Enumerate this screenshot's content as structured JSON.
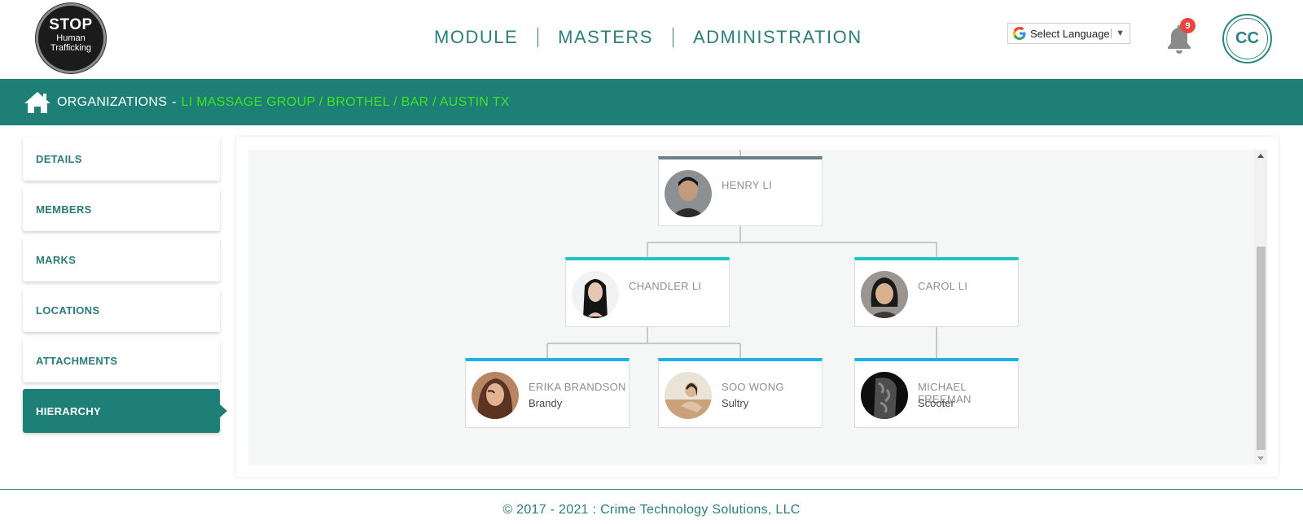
{
  "header": {
    "logo": {
      "line1": "STOP",
      "line2": "Human",
      "line3": "Trafficking"
    },
    "nav": [
      {
        "label": "MODULE"
      },
      {
        "label": "MASTERS"
      },
      {
        "label": "ADMINISTRATION"
      }
    ],
    "language_select": {
      "label": "Select Language"
    },
    "notifications": {
      "count": "9"
    },
    "brand_mark": "CC"
  },
  "breadcrumb": {
    "section": "ORGANIZATIONS",
    "separator": "-",
    "organization": "LI MASSAGE GROUP / BROTHEL / BAR / AUSTIN TX"
  },
  "sidebar": {
    "items": [
      {
        "label": "DETAILS",
        "active": false
      },
      {
        "label": "MEMBERS",
        "active": false
      },
      {
        "label": "MARKS",
        "active": false
      },
      {
        "label": "LOCATIONS",
        "active": false
      },
      {
        "label": "ATTACHMENTS",
        "active": false
      },
      {
        "label": "HIERARCHY",
        "active": true
      }
    ]
  },
  "hierarchy": {
    "root": {
      "name": "HENRY LI",
      "alias": ""
    },
    "level2": [
      {
        "name": "CHANDLER LI",
        "alias": ""
      },
      {
        "name": "CAROL LI",
        "alias": ""
      }
    ],
    "level3": [
      {
        "name": "ERIKA BRANDSON",
        "alias": "Brandy"
      },
      {
        "name": "SOO WONG",
        "alias": "Sultry"
      },
      {
        "name": "MICHAEL FREEMAN",
        "alias": "Scooter"
      }
    ]
  },
  "footer": {
    "copyright": "© 2017 - 2021 : Crime Technology Solutions, LLC"
  },
  "colors": {
    "teal": "#1e7f77",
    "breadcrumb_accent": "#3de61a",
    "node_root_border": "#6b7f88",
    "node_mid_border": "#20c4c4",
    "node_leaf_border": "#1ab2e6",
    "badge": "#e8453c"
  }
}
